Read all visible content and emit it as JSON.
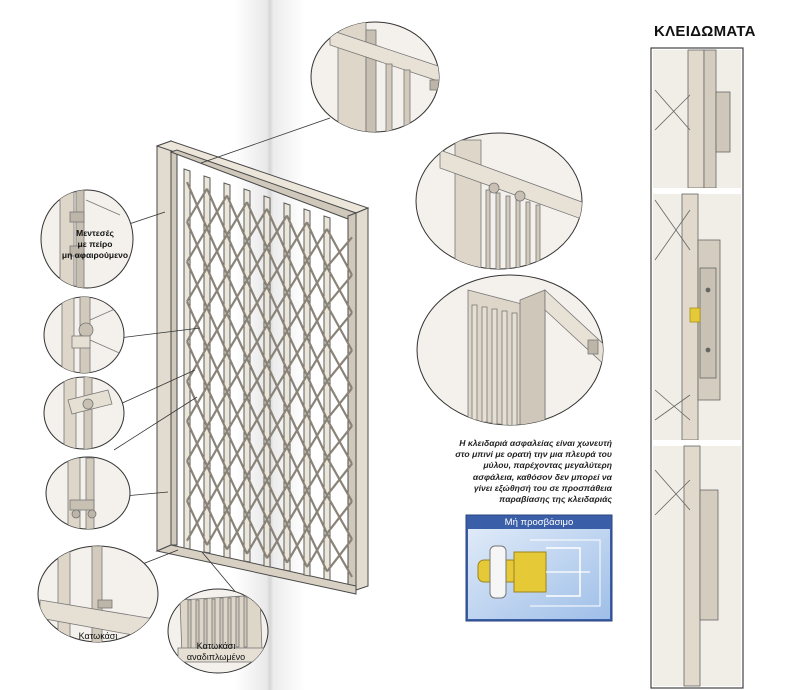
{
  "header": {
    "title": "ΚΛΕΙΔΩΜΑΤΑ"
  },
  "callouts": {
    "hinges": [
      "Μεντεσές",
      "με πείρο",
      "μη αφαιρούμενο"
    ],
    "sill": "Κατωκάσι",
    "sill_folded": [
      "Κατωκάσι",
      "αναδιπλωμένο"
    ]
  },
  "lock_info": {
    "description": [
      "Η κλειδαριά ασφαλείας είναι χωνευτή",
      "στο μπινί με ορατή την μια πλευρά του",
      "μύλου, παρέχοντας μεγαλύτερη",
      "ασφάλεια, καθόσον δεν μπορεί να",
      "γίνει εξώθησή του σε προσπάθεια",
      "παραβίασης της κλειδαριάς"
    ],
    "inaccessible_label": "Μή προσβάσιμο"
  },
  "colors": {
    "frame": "#e2dcd0",
    "frame_dark": "#b9b2a6",
    "line": "#4a4a4a",
    "lock_yellow": "#e6c936",
    "diagram_bg": "#3a5fa8",
    "diagram_bg_light": "#b9d2ee"
  }
}
